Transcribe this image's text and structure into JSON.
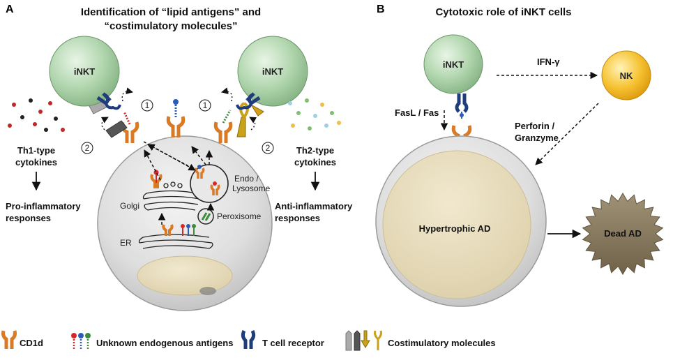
{
  "panel_a": {
    "letter": "A",
    "title_line1": "Identification of “lipid antigens” and",
    "title_line2": "“costimulatory molecules”",
    "inkt_left": "iNKT",
    "inkt_right": "iNKT",
    "step1_left": "1",
    "step2_left": "2",
    "step1_right": "1",
    "step2_right": "2",
    "th1_line1": "Th1-type",
    "th1_line2": "cytokines",
    "th2_line1": "Th2-type",
    "th2_line2": "cytokines",
    "pro_line1": "Pro-inflammatory",
    "pro_line2": "responses",
    "anti_line1": "Anti-inflammatory",
    "anti_line2": "responses",
    "golgi": "Golgi",
    "er": "ER",
    "endo_line1": "Endo /",
    "endo_line2": "Lysosome",
    "peroxisome": "Peroxisome"
  },
  "panel_b": {
    "letter": "B",
    "title": "Cytotoxic role of iNKT cells",
    "inkt": "iNKT",
    "nk": "NK",
    "ifn": "IFN-γ",
    "fas": "FasL / Fas",
    "perforin_line1": "Perforin /",
    "perforin_line2": "Granzyme",
    "hypertrophic": "Hypertrophic AD",
    "dead": "Dead AD"
  },
  "legend": {
    "cd1d": "CD1d",
    "antigens": "Unknown endogenous antigens",
    "tcr": "T cell receptor",
    "costim": "Costimulatory molecules"
  },
  "colors": {
    "inkt_cell": "#9cc79a",
    "nk_cell": "#f0b21a",
    "adipocyte_membrane": "#d9d9d9",
    "lipid_droplet": "#e8dcbc",
    "cd1d": "#d97a26",
    "tcr": "#1f3d7a",
    "dead_ad": "#8a7b62"
  },
  "icons": [
    "cd1d-icon",
    "antigen-icon",
    "tcr-icon",
    "costimulatory-icon"
  ]
}
